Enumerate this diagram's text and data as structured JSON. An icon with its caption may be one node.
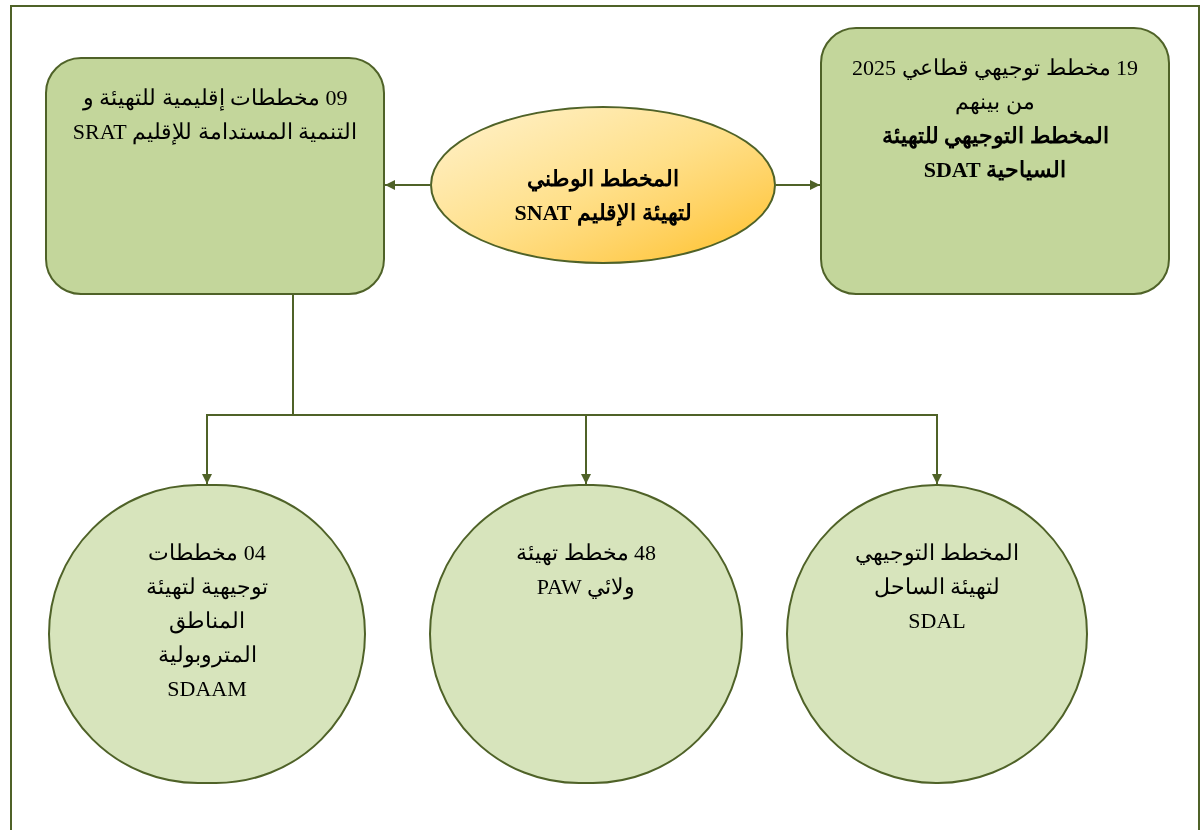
{
  "diagram": {
    "nodes": [
      {
        "text": [
          "المخطط الوطني لتهيئة الإقليم SNAT"
        ]
      },
      {
        "text": [
          "09 مخططات إقليمية للتهيئة و التنمية المستدامة للإقليم SRAT"
        ]
      },
      {
        "text": [
          "19 مخطط توجيهي قطاعي 2025",
          "من بينهم",
          "المخطط التوجيهي للتهيئة السياحية SDAT"
        ]
      },
      {
        "text": [
          "04 مخططات توجيهية لتهيئة المناطق المتروبولية SDAAM"
        ]
      },
      {
        "text": [
          "48 مخطط تهيئة ولائي PAW"
        ]
      },
      {
        "text": [
          "المخطط التوجيهي لتهيئة الساحل SDAL"
        ]
      }
    ],
    "edges": [
      {
        "from": 0,
        "to": 1,
        "arrow": "to"
      },
      {
        "from": 0,
        "to": 2,
        "arrow": "to"
      },
      {
        "from": 1,
        "to": 3,
        "arrow": "to"
      },
      {
        "from": 1,
        "to": 4,
        "arrow": "to"
      },
      {
        "from": 1,
        "to": 5,
        "arrow": "to"
      }
    ]
  }
}
